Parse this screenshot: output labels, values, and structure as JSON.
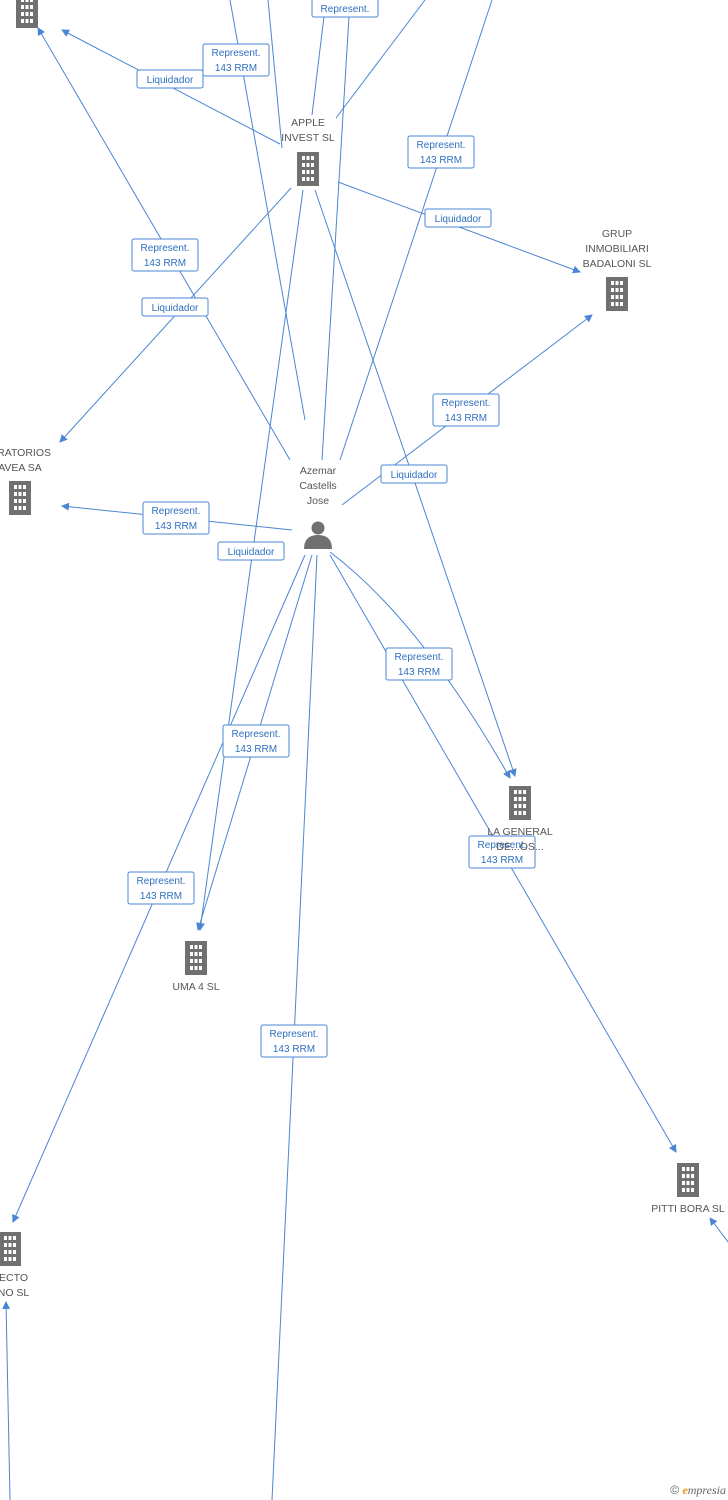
{
  "colors": {
    "edge": "#4a86d4",
    "label_border": "#4a86d4",
    "label_text": "#2f6fbf",
    "icon": "#707070",
    "node_text": "#555555"
  },
  "nodes": [
    {
      "id": "top-left",
      "icon": "building-icon",
      "lines": []
    },
    {
      "id": "apple",
      "icon": "building-icon",
      "lines": [
        "APPLE",
        "INVEST  SL"
      ]
    },
    {
      "id": "grup",
      "icon": "building-icon",
      "lines": [
        "GRUP",
        "INMOBILIARI",
        "BADALONI SL"
      ]
    },
    {
      "id": "laboratorios",
      "icon": "building-icon",
      "lines": [
        "ORATORIOS",
        "AVEA SA"
      ]
    },
    {
      "id": "azemar",
      "icon": "person-icon",
      "lines": [
        "Azemar",
        "Castells",
        "Jose"
      ]
    },
    {
      "id": "lageneral",
      "icon": "building-icon",
      "lines": [
        "LA GENERAL",
        "DE...OS..."
      ]
    },
    {
      "id": "uma",
      "icon": "building-icon",
      "lines": [
        "UMA 4 SL"
      ]
    },
    {
      "id": "proyecto",
      "icon": "building-icon",
      "lines": [
        "YECTO",
        "ANO  SL"
      ]
    },
    {
      "id": "pitti",
      "icon": "building-icon",
      "lines": [
        "PITTI BORA SL"
      ]
    }
  ],
  "edge_labels": [
    {
      "id": "l1",
      "lines": [
        "Represent."
      ]
    },
    {
      "id": "l2",
      "lines": [
        "Represent.",
        "143 RRM"
      ]
    },
    {
      "id": "l3",
      "lines": [
        "Liquidador"
      ]
    },
    {
      "id": "l4",
      "lines": [
        "Represent.",
        "143 RRM"
      ]
    },
    {
      "id": "l5",
      "lines": [
        "Liquidador"
      ]
    },
    {
      "id": "l6",
      "lines": [
        "Represent.",
        "143 RRM"
      ]
    },
    {
      "id": "l7",
      "lines": [
        "Liquidador"
      ]
    },
    {
      "id": "l8",
      "lines": [
        "Represent.",
        "143 RRM"
      ]
    },
    {
      "id": "l9",
      "lines": [
        "Liquidador"
      ]
    },
    {
      "id": "l10",
      "lines": [
        "Represent.",
        "143 RRM"
      ]
    },
    {
      "id": "l11",
      "lines": [
        "Liquidador"
      ]
    },
    {
      "id": "l12",
      "lines": [
        "Represent.",
        "143 RRM"
      ]
    },
    {
      "id": "l13",
      "lines": [
        "Represent.",
        "143 RRM"
      ]
    },
    {
      "id": "l14",
      "lines": [
        "Represent.",
        "143 RRM"
      ]
    },
    {
      "id": "l15",
      "lines": [
        "Represent.",
        "143 RRM"
      ]
    },
    {
      "id": "l16",
      "lines": [
        "Represent.",
        "143 RRM"
      ]
    }
  ],
  "footer": {
    "copyright": "©",
    "brand_e": "e",
    "brand_rest": "mpresia"
  }
}
